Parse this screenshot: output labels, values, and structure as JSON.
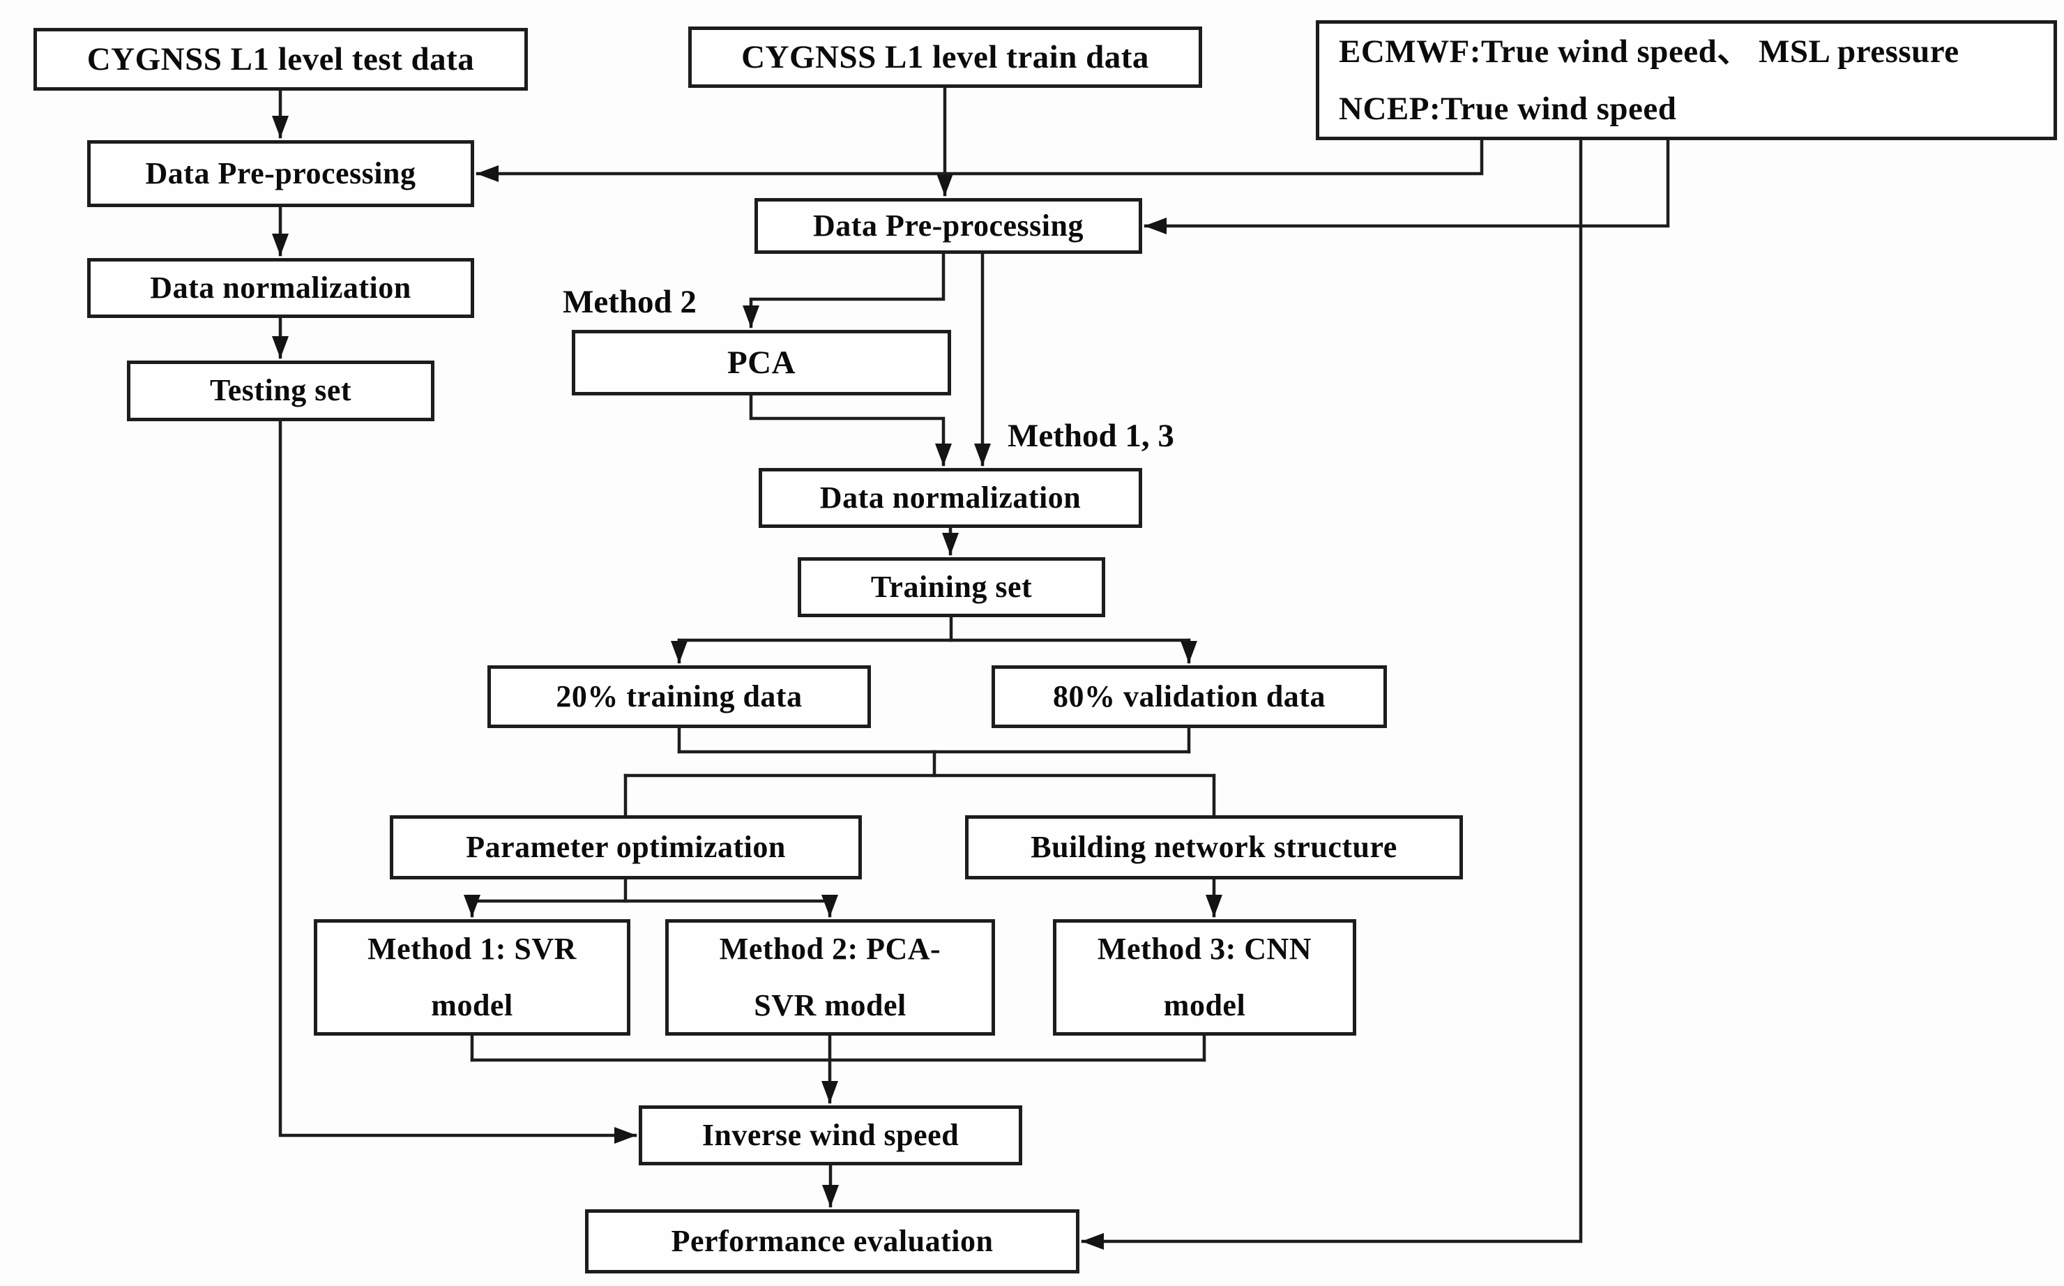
{
  "figure": {
    "type": "flowchart",
    "background": "#fdfdfd",
    "line_color": "#1d1d1d",
    "text_color": "#0b0b0b"
  },
  "boxes": {
    "test_data": {
      "label": "CYGNSS L1 level test data"
    },
    "train_data": {
      "label": "CYGNSS L1 level train data"
    },
    "ecmwf": {
      "line1": "ECMWF:True wind speed、 MSL pressure",
      "line2": "NCEP:True wind speed"
    },
    "preprocess_left": {
      "label": "Data Pre-processing"
    },
    "normalization_left": {
      "label": "Data normalization"
    },
    "testing_set": {
      "label": "Testing set"
    },
    "preprocess_center": {
      "label": "Data Pre-processing"
    },
    "pca": {
      "label": "PCA"
    },
    "normalization_center": {
      "label": "Data normalization"
    },
    "training_set": {
      "label": "Training set"
    },
    "training_20": {
      "label": "20% training data"
    },
    "validation_80": {
      "label": "80% validation data"
    },
    "parameter_optimization": {
      "label": "Parameter optimization"
    },
    "building_network": {
      "label": "Building network structure"
    },
    "method1": {
      "line1": "Method 1: SVR",
      "line2": "model"
    },
    "method2": {
      "line1": "Method 2: PCA-",
      "line2": "SVR model"
    },
    "method3": {
      "line1": "Method 3: CNN",
      "line2": "model"
    },
    "inverse_wind": {
      "label": "Inverse wind speed"
    },
    "performance": {
      "label": "Performance evaluation"
    }
  },
  "annotations": {
    "method2": "Method 2",
    "method13": "Method 1, 3"
  }
}
